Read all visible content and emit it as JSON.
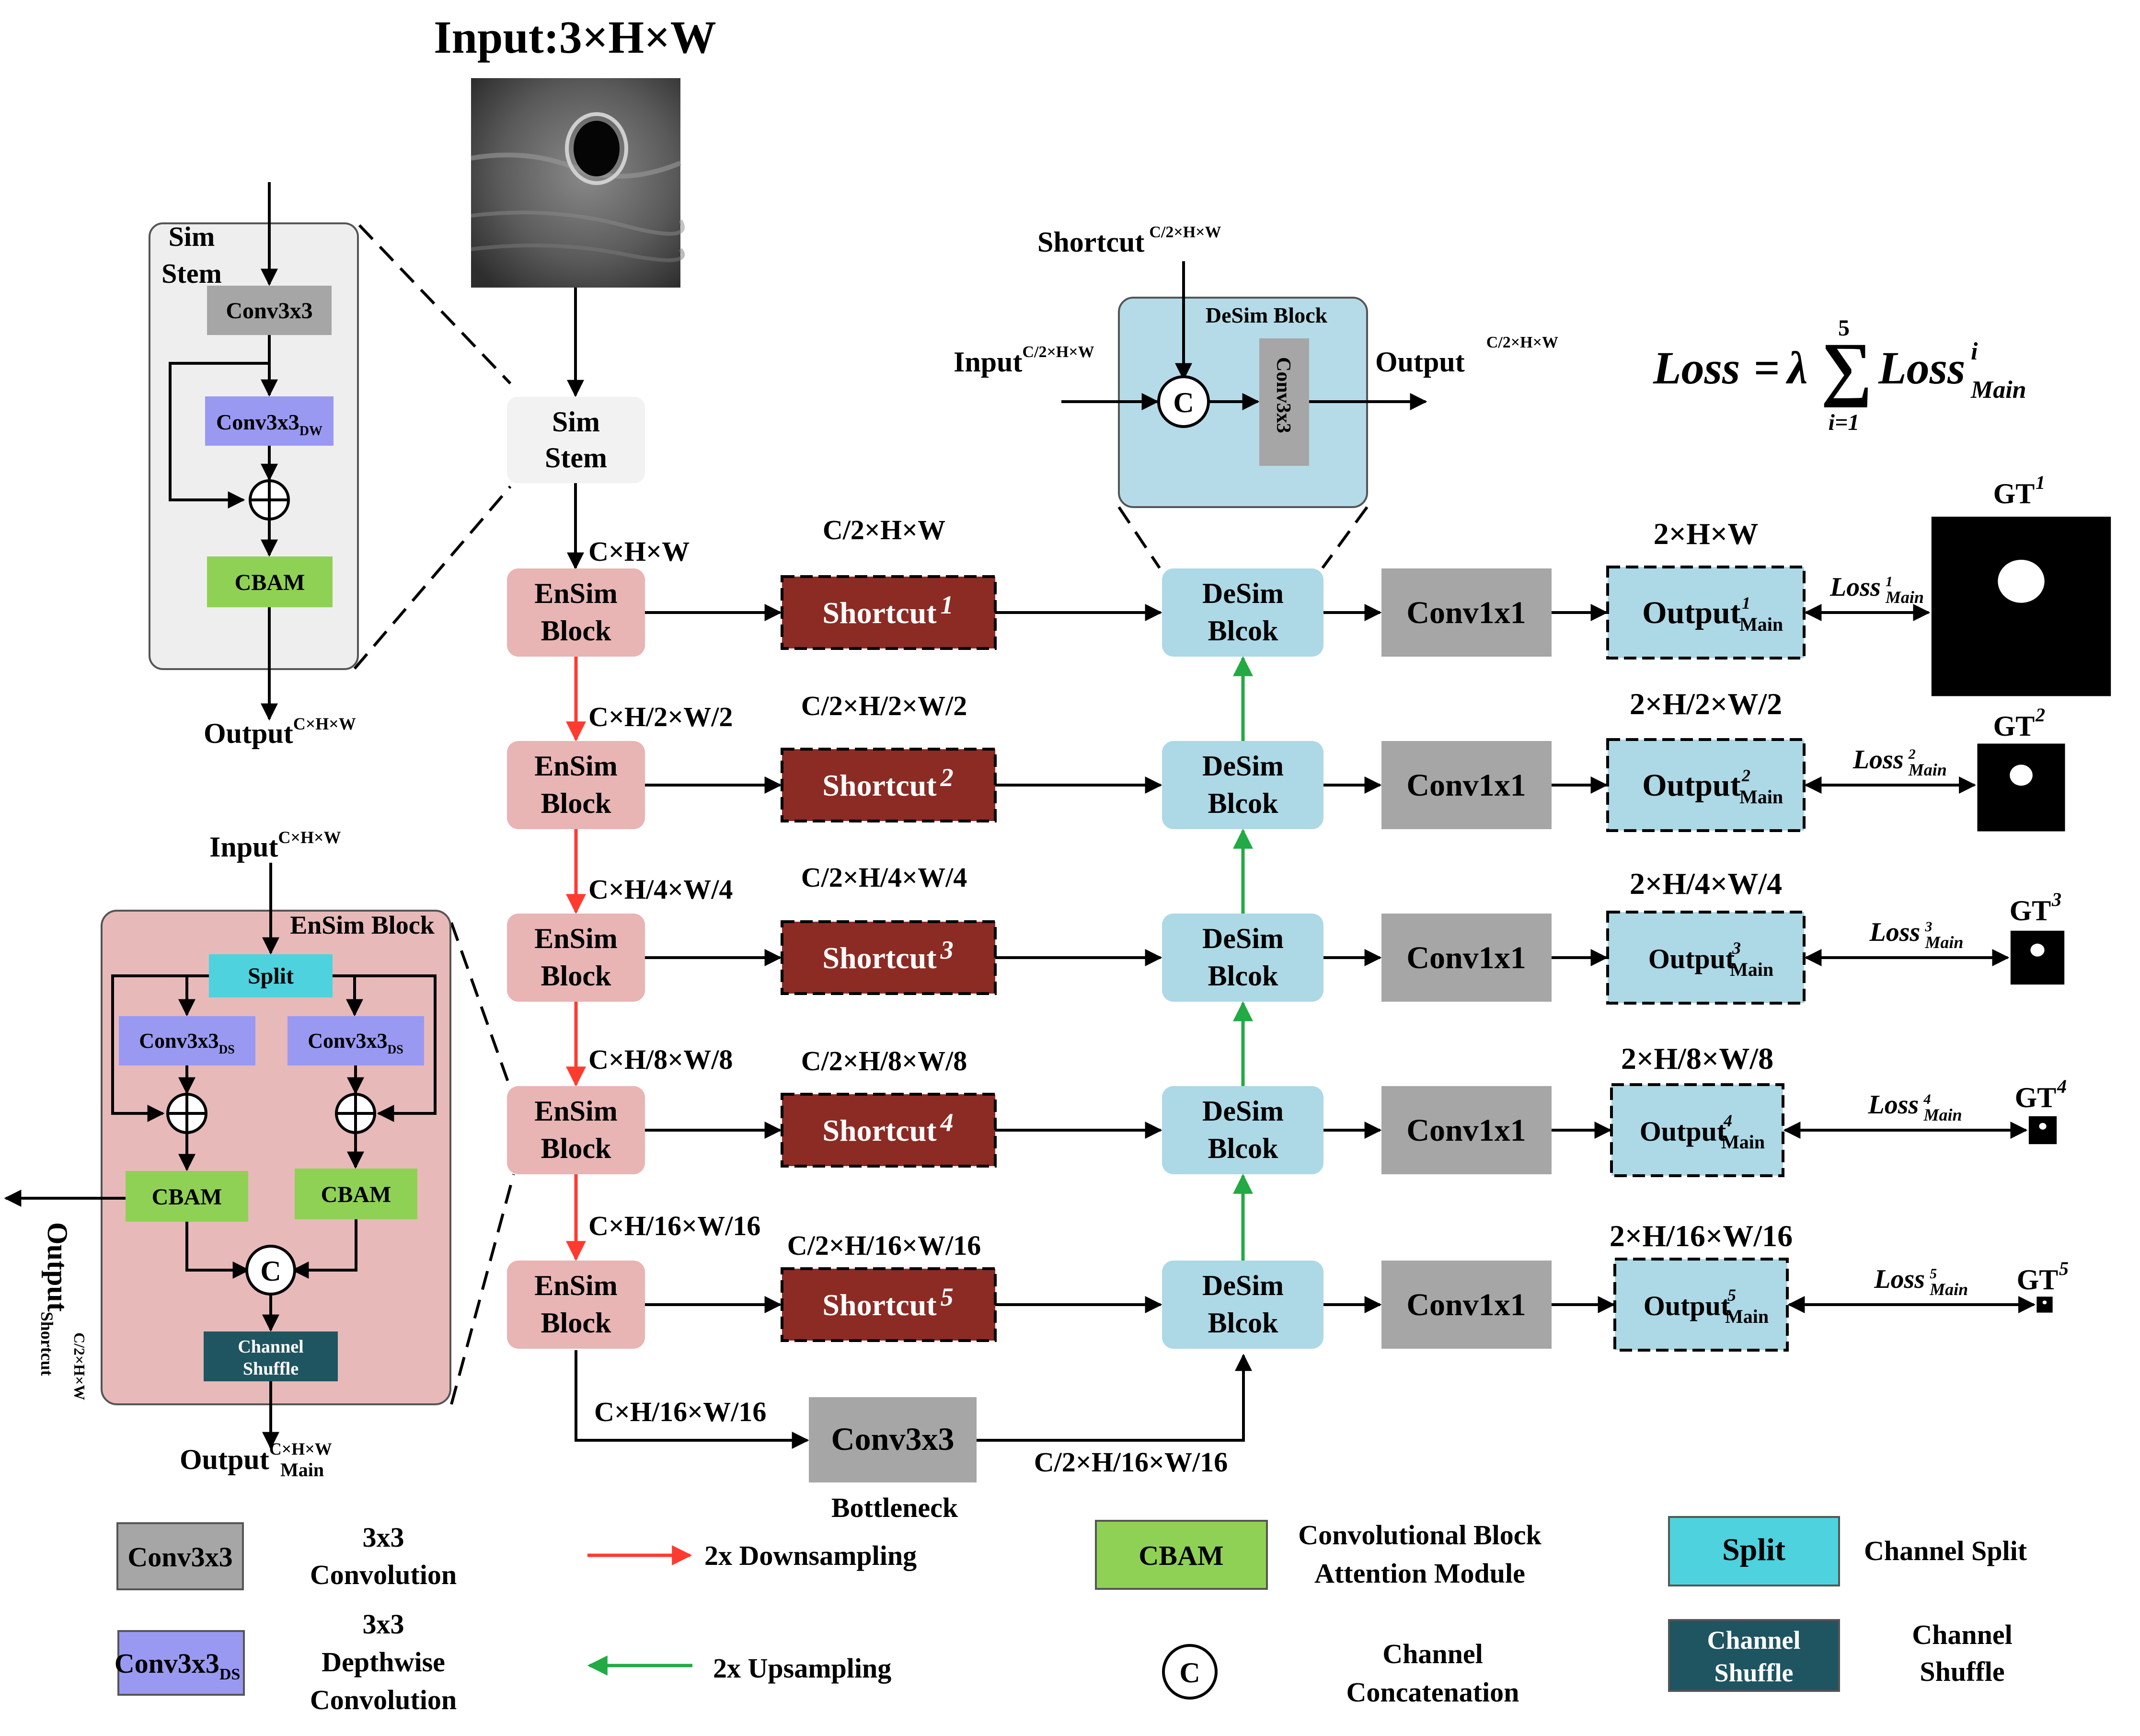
{
  "input": {
    "title": "Input:3×H×W"
  },
  "sim_stem": {
    "label_l1": "Sim",
    "label_l2": "Stem"
  },
  "sim_detail": {
    "title_l1": "Sim",
    "title_l2": "Stem",
    "conv": "Conv3x3",
    "conv_dw": "Conv3x3",
    "conv_dw_sub": "DW",
    "cbam": "CBAM",
    "output": "Output",
    "output_sup": "C×H×W"
  },
  "ensim_detail": {
    "input": "Input",
    "input_sup": "C×H×W",
    "title": "EnSim Block",
    "split": "Split",
    "conv_ds": "Conv3x3",
    "conv_ds_sub": "DS",
    "cbam": "CBAM",
    "concat": "C",
    "shuffle_l1": "Channel",
    "shuffle_l2": "Shuffle",
    "output_main": "Output",
    "output_main_sub": "Main",
    "output_main_sup": "C×H×W",
    "output_short": "Output",
    "output_short_sub": "Shortcut",
    "output_short_sup": "C/2×H×W"
  },
  "desim_detail": {
    "shortcut": "Shortcut",
    "shortcut_sup": "C/2×H×W",
    "title": "DeSim Block",
    "input": "Input",
    "input_sup": "C/2×H×W",
    "concat": "C",
    "conv": "Conv3x3",
    "output": "Output",
    "output_sup": "C/2×H×W"
  },
  "loss_formula": {
    "lhs": "Loss",
    "eq": "=",
    "lambda": "λ",
    "upper": "5",
    "lower": "i=1",
    "term": "Loss",
    "term_sup": "i",
    "term_sub": "Main"
  },
  "enc_label": {
    "l1": "EnSim",
    "l2": "Block"
  },
  "dec_label": {
    "l1": "DeSim",
    "l2": "Blcok"
  },
  "conv1x1": "Conv1x1",
  "shortcut_label": "Shortcut",
  "output_label": "Output",
  "output_sub": "Main",
  "loss_label": "Loss",
  "loss_sub": "Main",
  "gt_label": "GT",
  "stages": [
    {
      "index": "1",
      "down_label": "C×H×W",
      "shortcut_dim": "C/2×H×W",
      "output_dim": "2×H×W",
      "gt_size": 0.9
    },
    {
      "index": "2",
      "down_label": "C×H/2×W/2",
      "shortcut_dim": "C/2×H/2×W/2",
      "output_dim": "2×H/2×W/2",
      "gt_size": 0.44
    },
    {
      "index": "3",
      "down_label": "C×H/4×W/4",
      "shortcut_dim": "C/2×H/4×W/4",
      "output_dim": "2×H/4×W/4",
      "gt_size": 0.27
    },
    {
      "index": "4",
      "down_label": "C×H/8×W/8",
      "shortcut_dim": "C/2×H/8×W/8",
      "output_dim": "2×H/8×W/8",
      "gt_size": 0.14
    },
    {
      "index": "5",
      "down_label": "C×H/16×W/16",
      "shortcut_dim": "C/2×H/16×W/16",
      "output_dim": "2×H/16×W/16",
      "gt_size": 0.08
    }
  ],
  "bottleneck": {
    "conv": "Conv3x3",
    "label": "Bottleneck",
    "in_dim": "C×H/16×W/16",
    "out_dim": "C/2×H/16×W/16"
  },
  "legend": {
    "conv": "Conv3x3",
    "conv_desc_l1": "3x3",
    "conv_desc_l2": "Convolution",
    "conv_ds": "Conv3x3",
    "conv_ds_sub": "DS",
    "conv_ds_desc_l1": "3x3",
    "conv_ds_desc_l2": "Depthwise",
    "conv_ds_desc_l3": "Convolution",
    "down": "2x Downsampling",
    "up": "2x Upsampling",
    "cbam": "CBAM",
    "cbam_desc_l1": "Convolutional Block",
    "cbam_desc_l2": "Attention Module",
    "concat": "C",
    "concat_desc_l1": "Channel",
    "concat_desc_l2": "Concatenation",
    "split": "Split",
    "split_desc": "Channel Split",
    "shuffle_l1": "Channel",
    "shuffle_l2": "Shuffle",
    "shuffle_desc_l1": "Channel",
    "shuffle_desc_l2": "Shuffle"
  },
  "colors": {
    "ensim": "#e8b4b4",
    "desim": "#add8e6",
    "shortcut": "#8b2b24",
    "conv_gray": "#a6a6a6",
    "conv_dw": "#9999f2",
    "cbam": "#8fd155",
    "split": "#4dd2de",
    "shuffle": "#1e5560",
    "panel_gray": "#eeeeee",
    "panel_pink": "#e8b9b9",
    "panel_blue": "#b5dbe8",
    "down_arrow": "#ff3b30",
    "up_arrow": "#22aa44"
  }
}
